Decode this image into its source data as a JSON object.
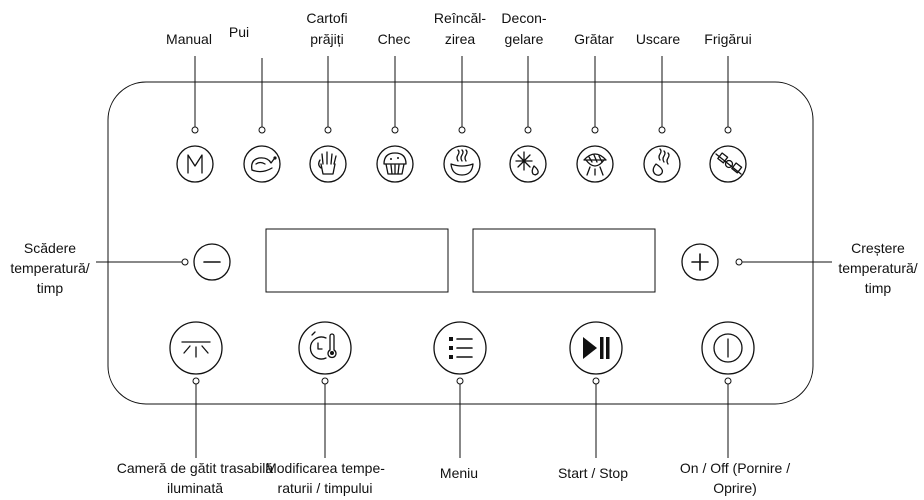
{
  "presets": [
    {
      "lines": [
        "Manual"
      ],
      "icon": "manual-m-icon"
    },
    {
      "lines": [
        "Pui"
      ],
      "icon": "chicken-icon"
    },
    {
      "lines": [
        "Cartofi",
        "prăjiți"
      ],
      "icon": "fries-icon"
    },
    {
      "lines": [
        "Chec"
      ],
      "icon": "muffin-icon"
    },
    {
      "lines": [
        "Reîncăl-",
        "zirea"
      ],
      "icon": "reheat-icon"
    },
    {
      "lines": [
        "Decon-",
        "gelare"
      ],
      "icon": "defrost-icon"
    },
    {
      "lines": [
        "Grătar"
      ],
      "icon": "grill-icon"
    },
    {
      "lines": [
        "Uscare"
      ],
      "icon": "dehydrate-icon"
    },
    {
      "lines": [
        "Frigărui"
      ],
      "icon": "skewer-icon"
    }
  ],
  "controls": {
    "decrease": {
      "lines": [
        "Scădere",
        "temperatură/",
        "timp"
      ],
      "icon": "minus-icon"
    },
    "increase": {
      "lines": [
        "Creștere",
        "temperatură/",
        "timp"
      ],
      "icon": "plus-icon"
    }
  },
  "bottom_buttons": [
    {
      "lines": [
        "Cameră de gătit trasabilă",
        "iluminată"
      ],
      "icon": "light-icon"
    },
    {
      "lines": [
        "Modificarea tempe-",
        "raturii / timpului"
      ],
      "icon": "temp-time-icon"
    },
    {
      "lines": [
        "Meniu"
      ],
      "icon": "menu-list-icon"
    },
    {
      "lines": [
        "Start / Stop"
      ],
      "icon": "play-pause-icon"
    },
    {
      "lines": [
        "On / Off (Pornire /",
        "Oprire)"
      ],
      "icon": "power-icon"
    }
  ]
}
